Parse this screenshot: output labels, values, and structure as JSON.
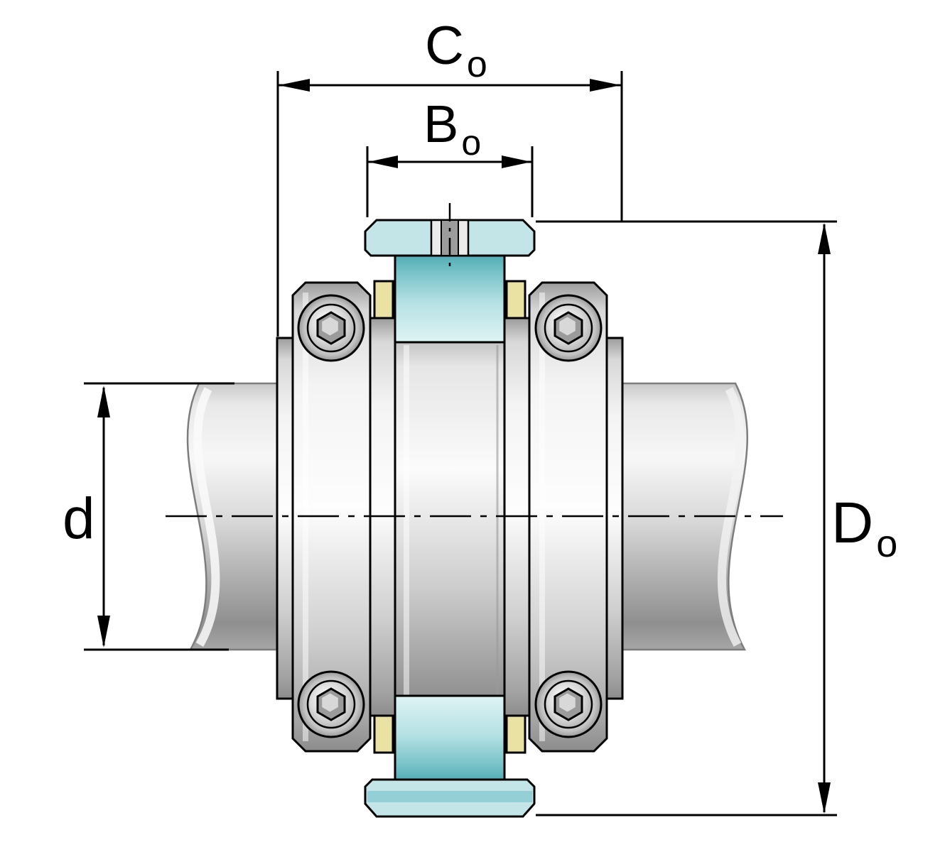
{
  "drawing": {
    "dimensions": {
      "housing_width": {
        "symbol": "C",
        "subscript": "o"
      },
      "fitting_width": {
        "symbol": "B",
        "subscript": "o"
      },
      "shaft_diameter": {
        "symbol": "d",
        "subscript": ""
      },
      "outer_diameter": {
        "symbol": "D",
        "subscript": "o"
      }
    },
    "colors": {
      "outline": "#000000",
      "teal_cap": "#c3e5e8",
      "teal_band": "#93cfd5",
      "seal_yellow": "#eae2a3",
      "slot_face": "#ebebeb",
      "slot_gray": "#9c9c9c",
      "background": "#ffffff"
    }
  }
}
